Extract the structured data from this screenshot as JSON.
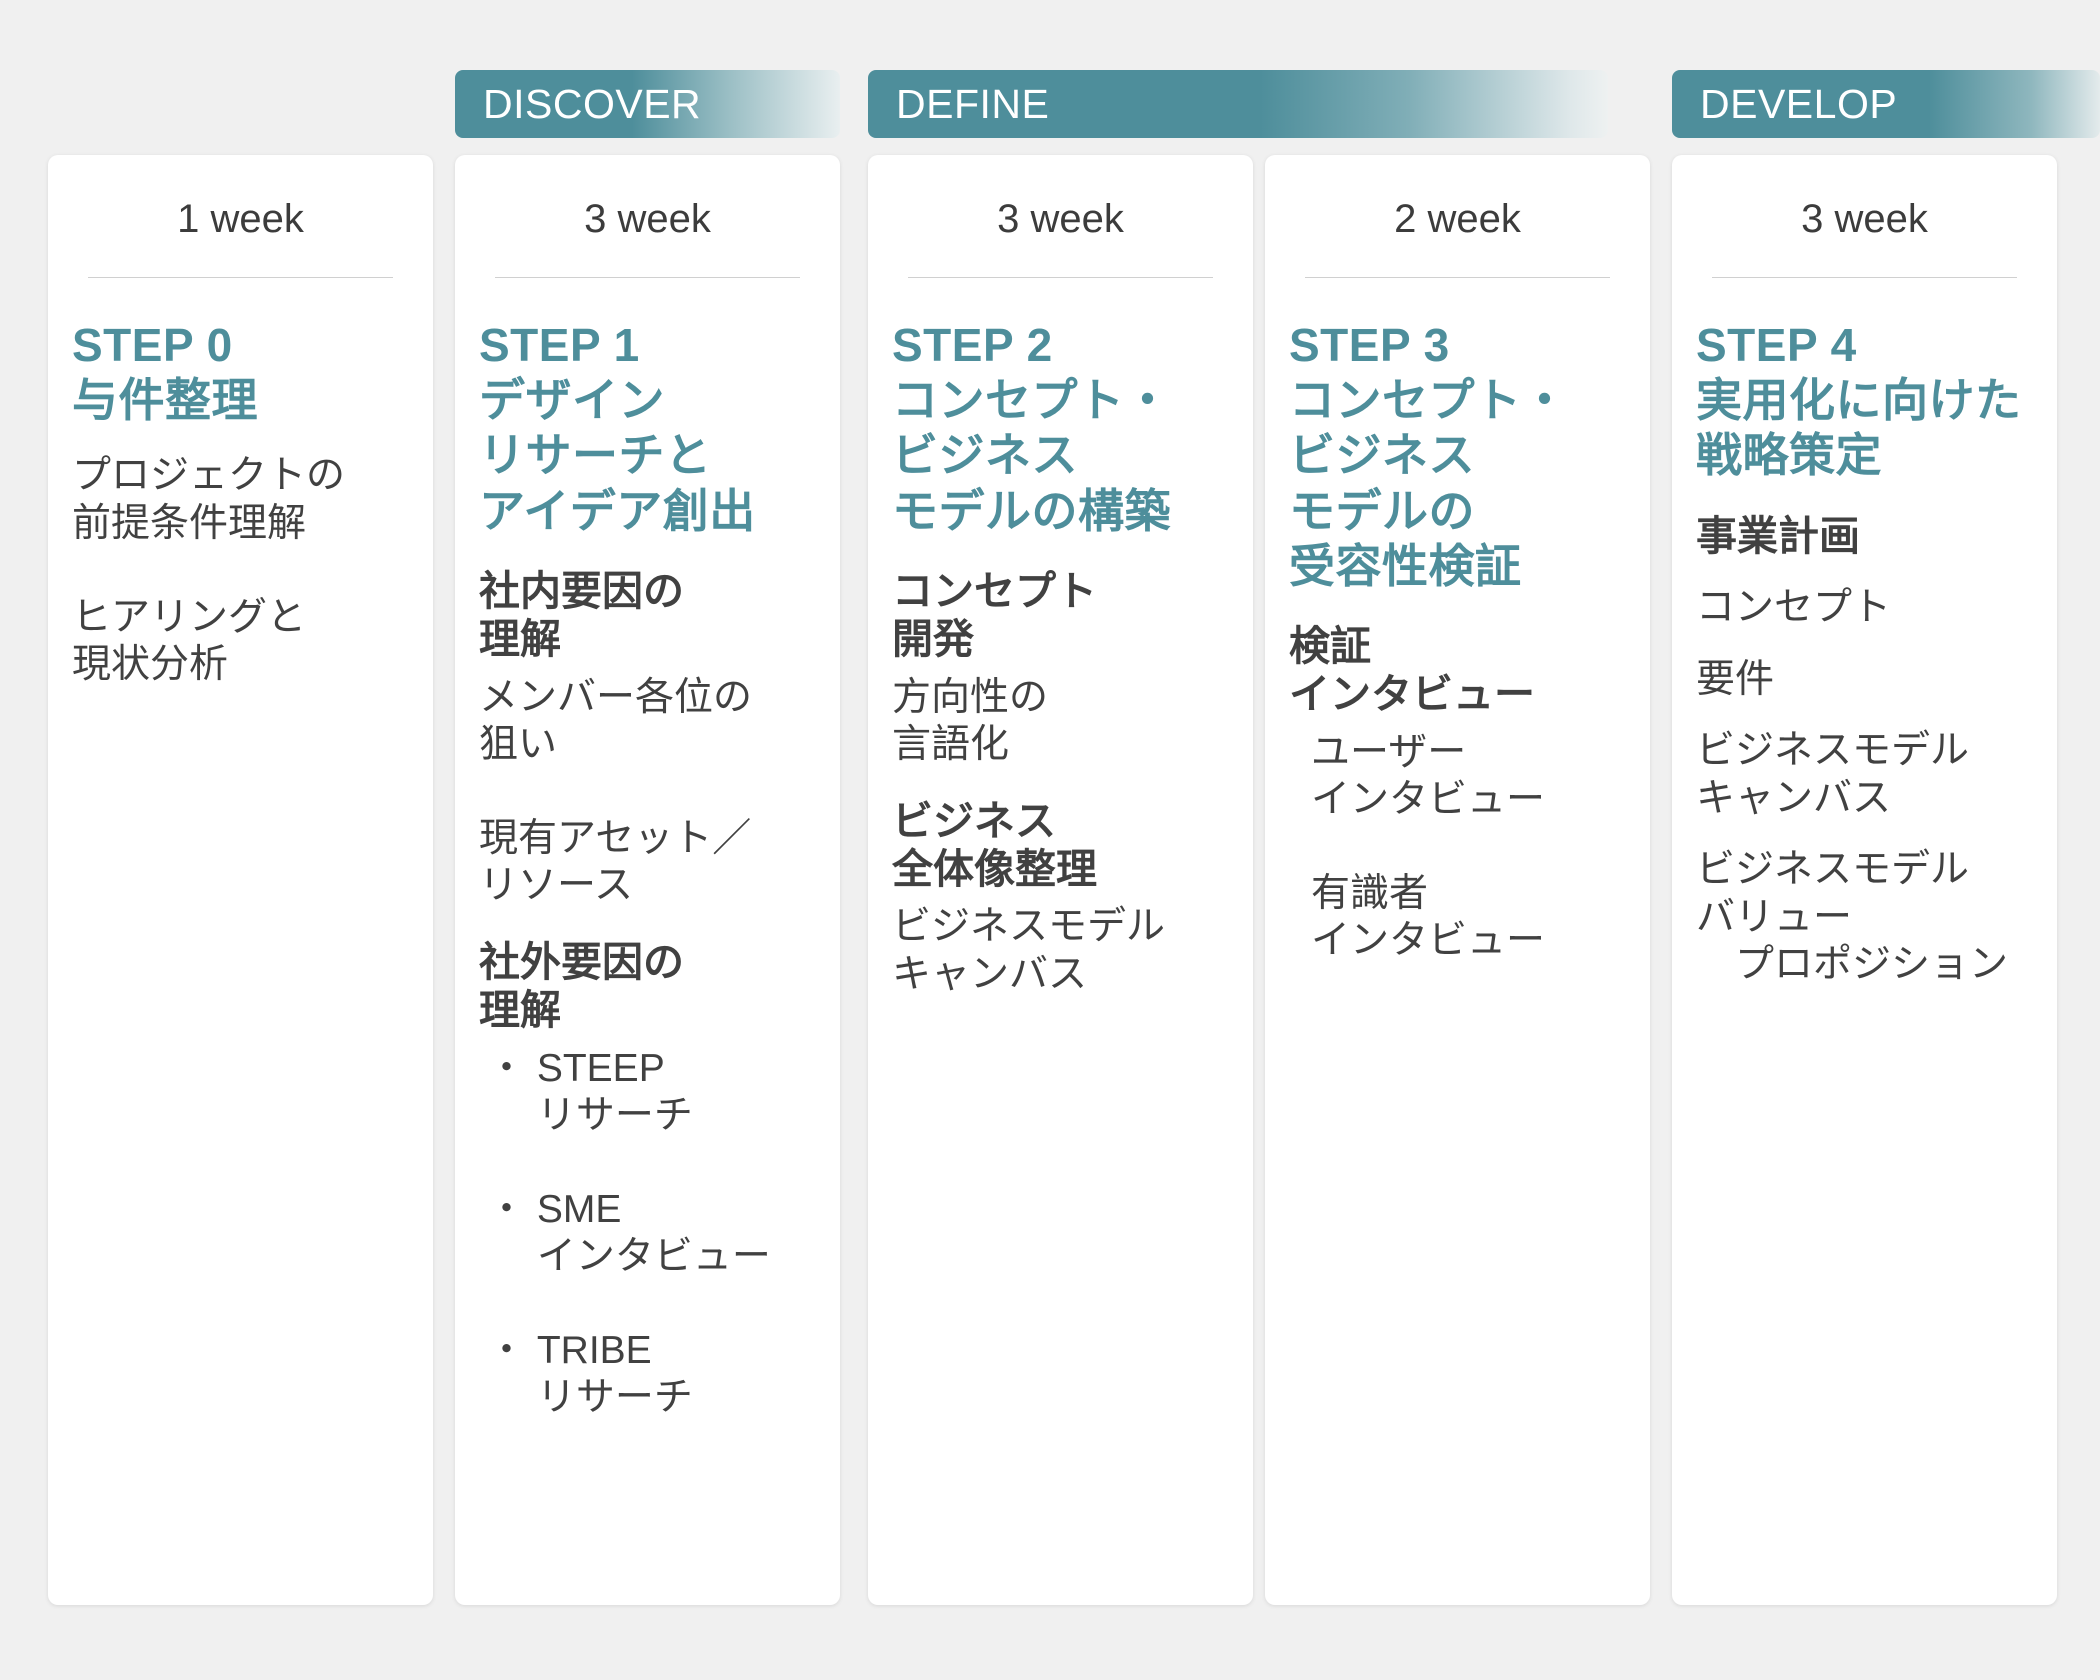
{
  "phases": [
    {
      "label": "DISCOVER",
      "color": "#4e8e9b"
    },
    {
      "label": "DEFINE",
      "color": "#4e8e9b"
    },
    {
      "label": "DEVELOP",
      "color": "#4e8e9b"
    }
  ],
  "accent_color": "#4e8e9b",
  "text_color": "#414141",
  "background_color": "#f0f0f0",
  "cards": [
    {
      "week": "1 week",
      "step": "STEP 0\n与件整理",
      "blocks": [
        {
          "kind": "item",
          "text": "プロジェクトの\n前提条件理解"
        },
        {
          "kind": "item-gap",
          "text": "ヒアリングと\n現状分析"
        }
      ]
    },
    {
      "week": "3 week",
      "step": "STEP 1\nデザイン\nリサーチと\nアイデア創出",
      "blocks": [
        {
          "kind": "head",
          "text": "社内要因の\n理解"
        },
        {
          "kind": "item",
          "text": "メンバー各位の\n狙い"
        },
        {
          "kind": "item",
          "text": "現有アセット／\nリソース"
        },
        {
          "kind": "head",
          "text": "社外要因の\n理解"
        },
        {
          "kind": "bullet",
          "text": "・ STEEP\n　 リサーチ"
        },
        {
          "kind": "bullet-gap",
          "text": "・ SME\n　 インタビュー"
        },
        {
          "kind": "bullet-gap",
          "text": "・ TRIBE\n　 リサーチ"
        }
      ]
    },
    {
      "week": "3 week",
      "step": "STEP 2\nコンセプト・\nビジネス\nモデルの構築",
      "blocks": [
        {
          "kind": "head",
          "text": "コンセプト\n開発"
        },
        {
          "kind": "item",
          "text": "方向性の\n言語化"
        },
        {
          "kind": "head",
          "text": "ビジネス\n全体像整理"
        },
        {
          "kind": "item",
          "text": "ビジネスモデル\nキャンバス"
        }
      ]
    },
    {
      "week": "2 week",
      "step": "STEP 3\nコンセプト・\nビジネス\nモデルの\n受容性検証",
      "blocks": [
        {
          "kind": "head",
          "text": "検証\nインタビュー"
        },
        {
          "kind": "indent",
          "text": "ユーザー\nインタビュー"
        },
        {
          "kind": "indent-gap",
          "text": "有識者\nインタビュー"
        }
      ]
    },
    {
      "week": "3 week",
      "step": "STEP 4\n実用化に向けた\n戦略策定",
      "blocks": [
        {
          "kind": "head",
          "text": "事業計画"
        },
        {
          "kind": "item",
          "text": "コンセプト"
        },
        {
          "kind": "item",
          "text": "要件"
        },
        {
          "kind": "item",
          "text": "ビジネスモデル\nキャンバス"
        },
        {
          "kind": "item",
          "text": "ビジネスモデル\nバリュー\n　プロポジション"
        }
      ]
    }
  ]
}
